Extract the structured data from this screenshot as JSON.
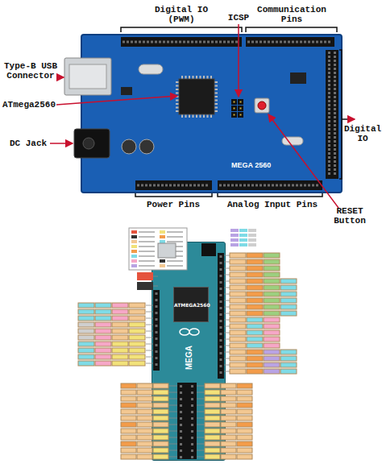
{
  "diagram": {
    "nodes": [
      {
        "text": [
          "MEGA 2560"
        ]
      },
      {
        "text": [
          "MEGA"
        ]
      },
      {
        "text": [
          "ATMEGA2560"
        ],
        "in": 1
      }
    ],
    "labels": [
      "Digital IO (PWM)",
      "ICSP",
      "Communication Pins",
      "Type-B USB Connector",
      "ATmega2560",
      "Digital IO",
      "DC Jack",
      "Power Pins",
      "Analog Input Pins",
      "RESET Button"
    ]
  }
}
